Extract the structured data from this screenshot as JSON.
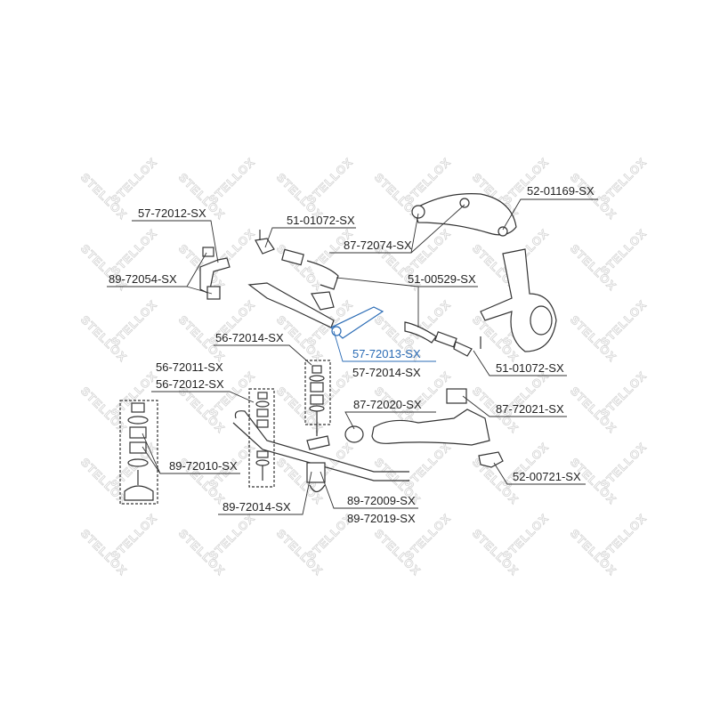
{
  "watermark": "STELLOX",
  "highlight_color": "#2a6bb5",
  "labels": {
    "upper_arm": "52-01169-SX",
    "pitman_arm": "57-72012-SX",
    "tie_rod_end_top": "51-01072-SX",
    "upper_arm_bushing": "87-72074-SX",
    "idler_bushing": "89-72054-SX",
    "tie_rod_sleeve": "51-00529-SX",
    "stabilizer_link_right": "56-72014-SX",
    "idler_arm": "57-72013-SX",
    "idler_arm_alt": "57-72014-SX",
    "tie_rod_end_right": "51-01072-SX",
    "stabilizer_link_a": "56-72011-SX",
    "stabilizer_link_b": "56-72012-SX",
    "lower_arm_bushing_front": "87-72020-SX",
    "lower_arm_bushing_rear": "87-72021-SX",
    "strut_bushing": "89-72010-SX",
    "ball_joint_lower": "52-00721-SX",
    "stabilizer_bushing_a": "89-72014-SX",
    "stabilizer_bushing_b": "89-72009-SX",
    "stabilizer_bushing_c": "89-72019-SX"
  }
}
